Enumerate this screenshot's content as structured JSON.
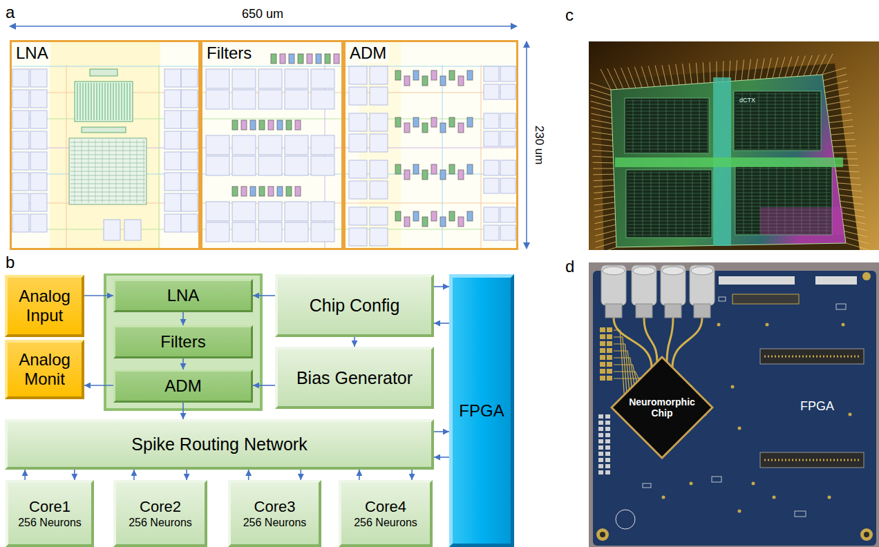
{
  "diagram": {
    "nodes": [
      {
        "text": [
          "LNA"
        ]
      },
      {
        "text": [
          "Filters"
        ]
      },
      {
        "text": [
          "ADM"
        ]
      },
      {
        "text": [
          "Analog Input"
        ]
      },
      {
        "text": [
          "Analog Monit"
        ]
      },
      {
        "text": [
          "LNA"
        ]
      },
      {
        "text": [
          "Filters"
        ]
      },
      {
        "text": [
          "ADM"
        ]
      },
      {
        "text": [
          "Chip Config"
        ]
      },
      {
        "text": [
          "Bias Generator"
        ]
      },
      {
        "text": [
          "FPGA"
        ]
      },
      {
        "text": [
          "Spike Routing Network"
        ]
      },
      {
        "text": [
          "Core1",
          "256 Neurons"
        ]
      },
      {
        "text": [
          "Core2",
          "256 Neurons"
        ]
      },
      {
        "text": [
          "Core3",
          "256 Neurons"
        ]
      },
      {
        "text": [
          "Core4",
          "256 Neurons"
        ]
      },
      {
        "text": [
          "Neuromorphic Chip"
        ]
      }
    ],
    "edges": [
      {
        "from": 3,
        "to": 5,
        "arrow": "to"
      },
      {
        "from": 7,
        "to": 4,
        "arrow": "to"
      },
      {
        "from": 5,
        "to": 6,
        "arrow": "to"
      },
      {
        "from": 6,
        "to": 7,
        "arrow": "to"
      },
      {
        "from": 8,
        "to": 5,
        "arrow": "to"
      },
      {
        "from": 8,
        "to": 9,
        "arrow": "to"
      },
      {
        "from": 9,
        "to": 7,
        "arrow": "to"
      },
      {
        "from": 7,
        "to": 11,
        "arrow": "to"
      },
      {
        "from": 8,
        "to": 10,
        "arrow": "to"
      },
      {
        "from": 10,
        "to": 8,
        "arrow": "to"
      },
      {
        "from": 11,
        "to": 10,
        "arrow": "to"
      },
      {
        "from": 10,
        "to": 11,
        "arrow": "to"
      },
      {
        "from": 12,
        "to": 11,
        "arrow": "to"
      },
      {
        "from": 11,
        "to": 12,
        "arrow": "to"
      },
      {
        "from": 13,
        "to": 11,
        "arrow": "to"
      },
      {
        "from": 11,
        "to": 13,
        "arrow": "to"
      },
      {
        "from": 14,
        "to": 11,
        "arrow": "to"
      },
      {
        "from": 11,
        "to": 14,
        "arrow": "to"
      },
      {
        "from": 15,
        "to": 11,
        "arrow": "to"
      },
      {
        "from": 11,
        "to": 15,
        "arrow": "to"
      }
    ],
    "labels": [
      "a",
      "650 um",
      "230 um",
      "b",
      "c",
      "dCTX",
      "d",
      "FPGA"
    ]
  }
}
